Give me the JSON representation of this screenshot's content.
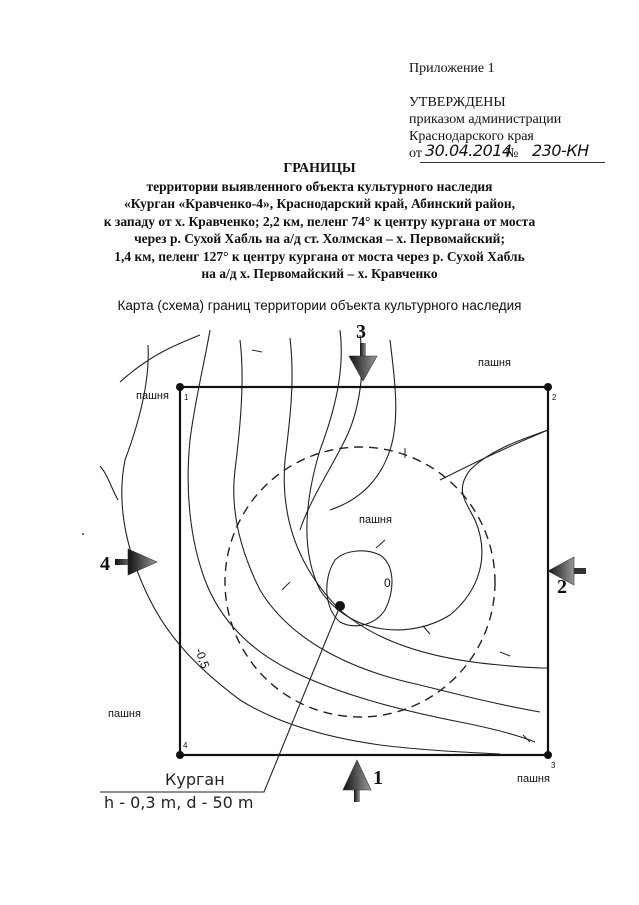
{
  "header": {
    "appendix": "Приложение 1",
    "approved": "УТВЕРЖДЕНЫ",
    "line1": "приказом администрации",
    "line2": "Краснодарского края",
    "from_prefix": "от",
    "date_handwritten": "30.04.2014",
    "number_sign": "№",
    "number_handwritten": "230-КН"
  },
  "title": {
    "heading": "ГРАНИЦЫ",
    "lines": [
      "территории выявленного объекта культурного наследия",
      "«Курган «Кравченко-4», Краснодарский край, Абинский район,",
      "к западу от х. Кравченко; 2,2 км, пеленг 74° к центру кургана от моста",
      "через р. Сухой Хабль на а/д ст. Холмская – х. Первомайский;",
      "1,4 км, пеленг 127° к центру кургана от моста через р. Сухой Хабль",
      "на а/д х. Первомайский – х. Кравченко"
    ]
  },
  "map": {
    "caption": "Карта (схема) границ территории объекта культурного наследия",
    "field_labels": [
      "пашня",
      "пашня",
      "пашня",
      "пашня",
      "пашня"
    ],
    "corner_labels": [
      "1",
      "2",
      "3",
      "4"
    ],
    "direction_labels": [
      "1",
      "2",
      "3",
      "4"
    ],
    "contour_labels": [
      "0",
      "-0,5"
    ],
    "mound_name": "Курган",
    "mound_params": "h - 0,3 m, d - 50 m"
  }
}
